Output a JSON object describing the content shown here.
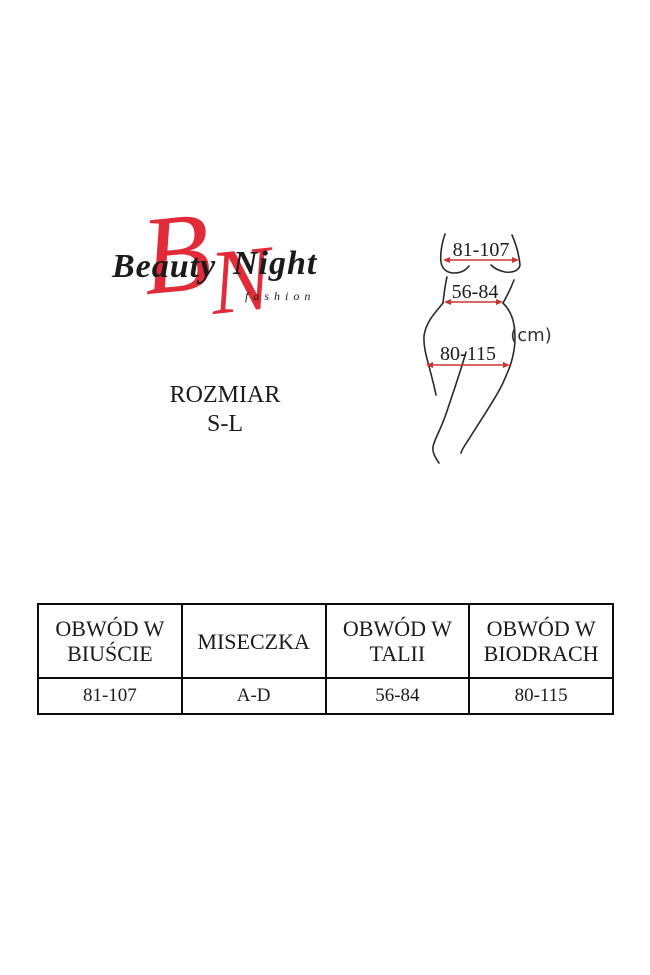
{
  "page": {
    "background": "#ffffff"
  },
  "logo": {
    "monogram_b": "B",
    "monogram_n": "N",
    "beauty": "Beauty",
    "night": "Night",
    "tagline": "fashion",
    "brand_red": "#e12b38",
    "text_color": "#1b1b1b"
  },
  "size_info": {
    "label": "ROZMIAR",
    "size": "S-L"
  },
  "figure": {
    "bust_range": "81-107",
    "waist_range": "56-84",
    "hip_range": "80-115",
    "unit": "(cm)",
    "arrow_color": "#cc3333",
    "outline_color": "#2b2b2b"
  },
  "size_table": {
    "columns": [
      {
        "header": "OBWÓD W BIUŚCIE",
        "value": "81-107"
      },
      {
        "header": "MISECZKA",
        "value": "A-D"
      },
      {
        "header": "OBWÓD W TALII",
        "value": "56-84"
      },
      {
        "header": "OBWÓD W BIODRACH",
        "value": "80-115"
      }
    ]
  }
}
